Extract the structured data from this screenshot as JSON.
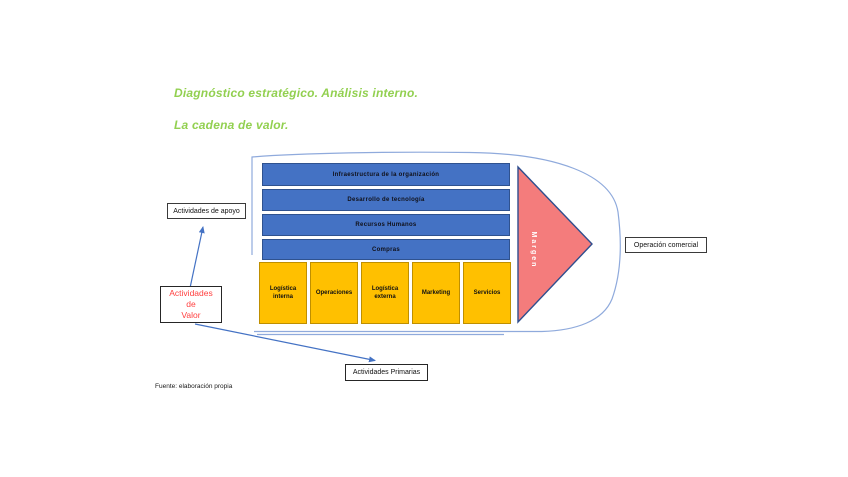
{
  "slide": {
    "title_line1": "Diagnóstico estratégico. Análisis interno.",
    "title_line2": "La cadena de valor.",
    "source_note": "Fuente: elaboración propia"
  },
  "value_chain": {
    "support_activities": [
      "Infraestructura de la organización",
      "Desarrollo de tecnología",
      "Recursos Humanos",
      "Compras"
    ],
    "primary_activities": [
      "Logística interna",
      "Operaciones",
      "Logística externa",
      "Marketing",
      "Servicios"
    ],
    "margin_label": "Margen"
  },
  "callouts": {
    "support_label": "Actividades de apoyo",
    "value_label_lines": [
      "Actividades",
      "de",
      "Valor"
    ],
    "commercial_label": "Operación comercial",
    "primary_label": "Actividades Primarias"
  },
  "colors": {
    "title-green": "#92D050",
    "bar-blue": "#4472C4",
    "bar-border": "#2F528F",
    "box-orange": "#FFC000",
    "box-orange-border": "#BF8F00",
    "triangle-salmon": "#F47C7C",
    "triangle-border": "#2F4E8E",
    "line-blue": "#8FAADC",
    "arrow-blue": "#4472C4",
    "value-red": "#FF4040"
  }
}
